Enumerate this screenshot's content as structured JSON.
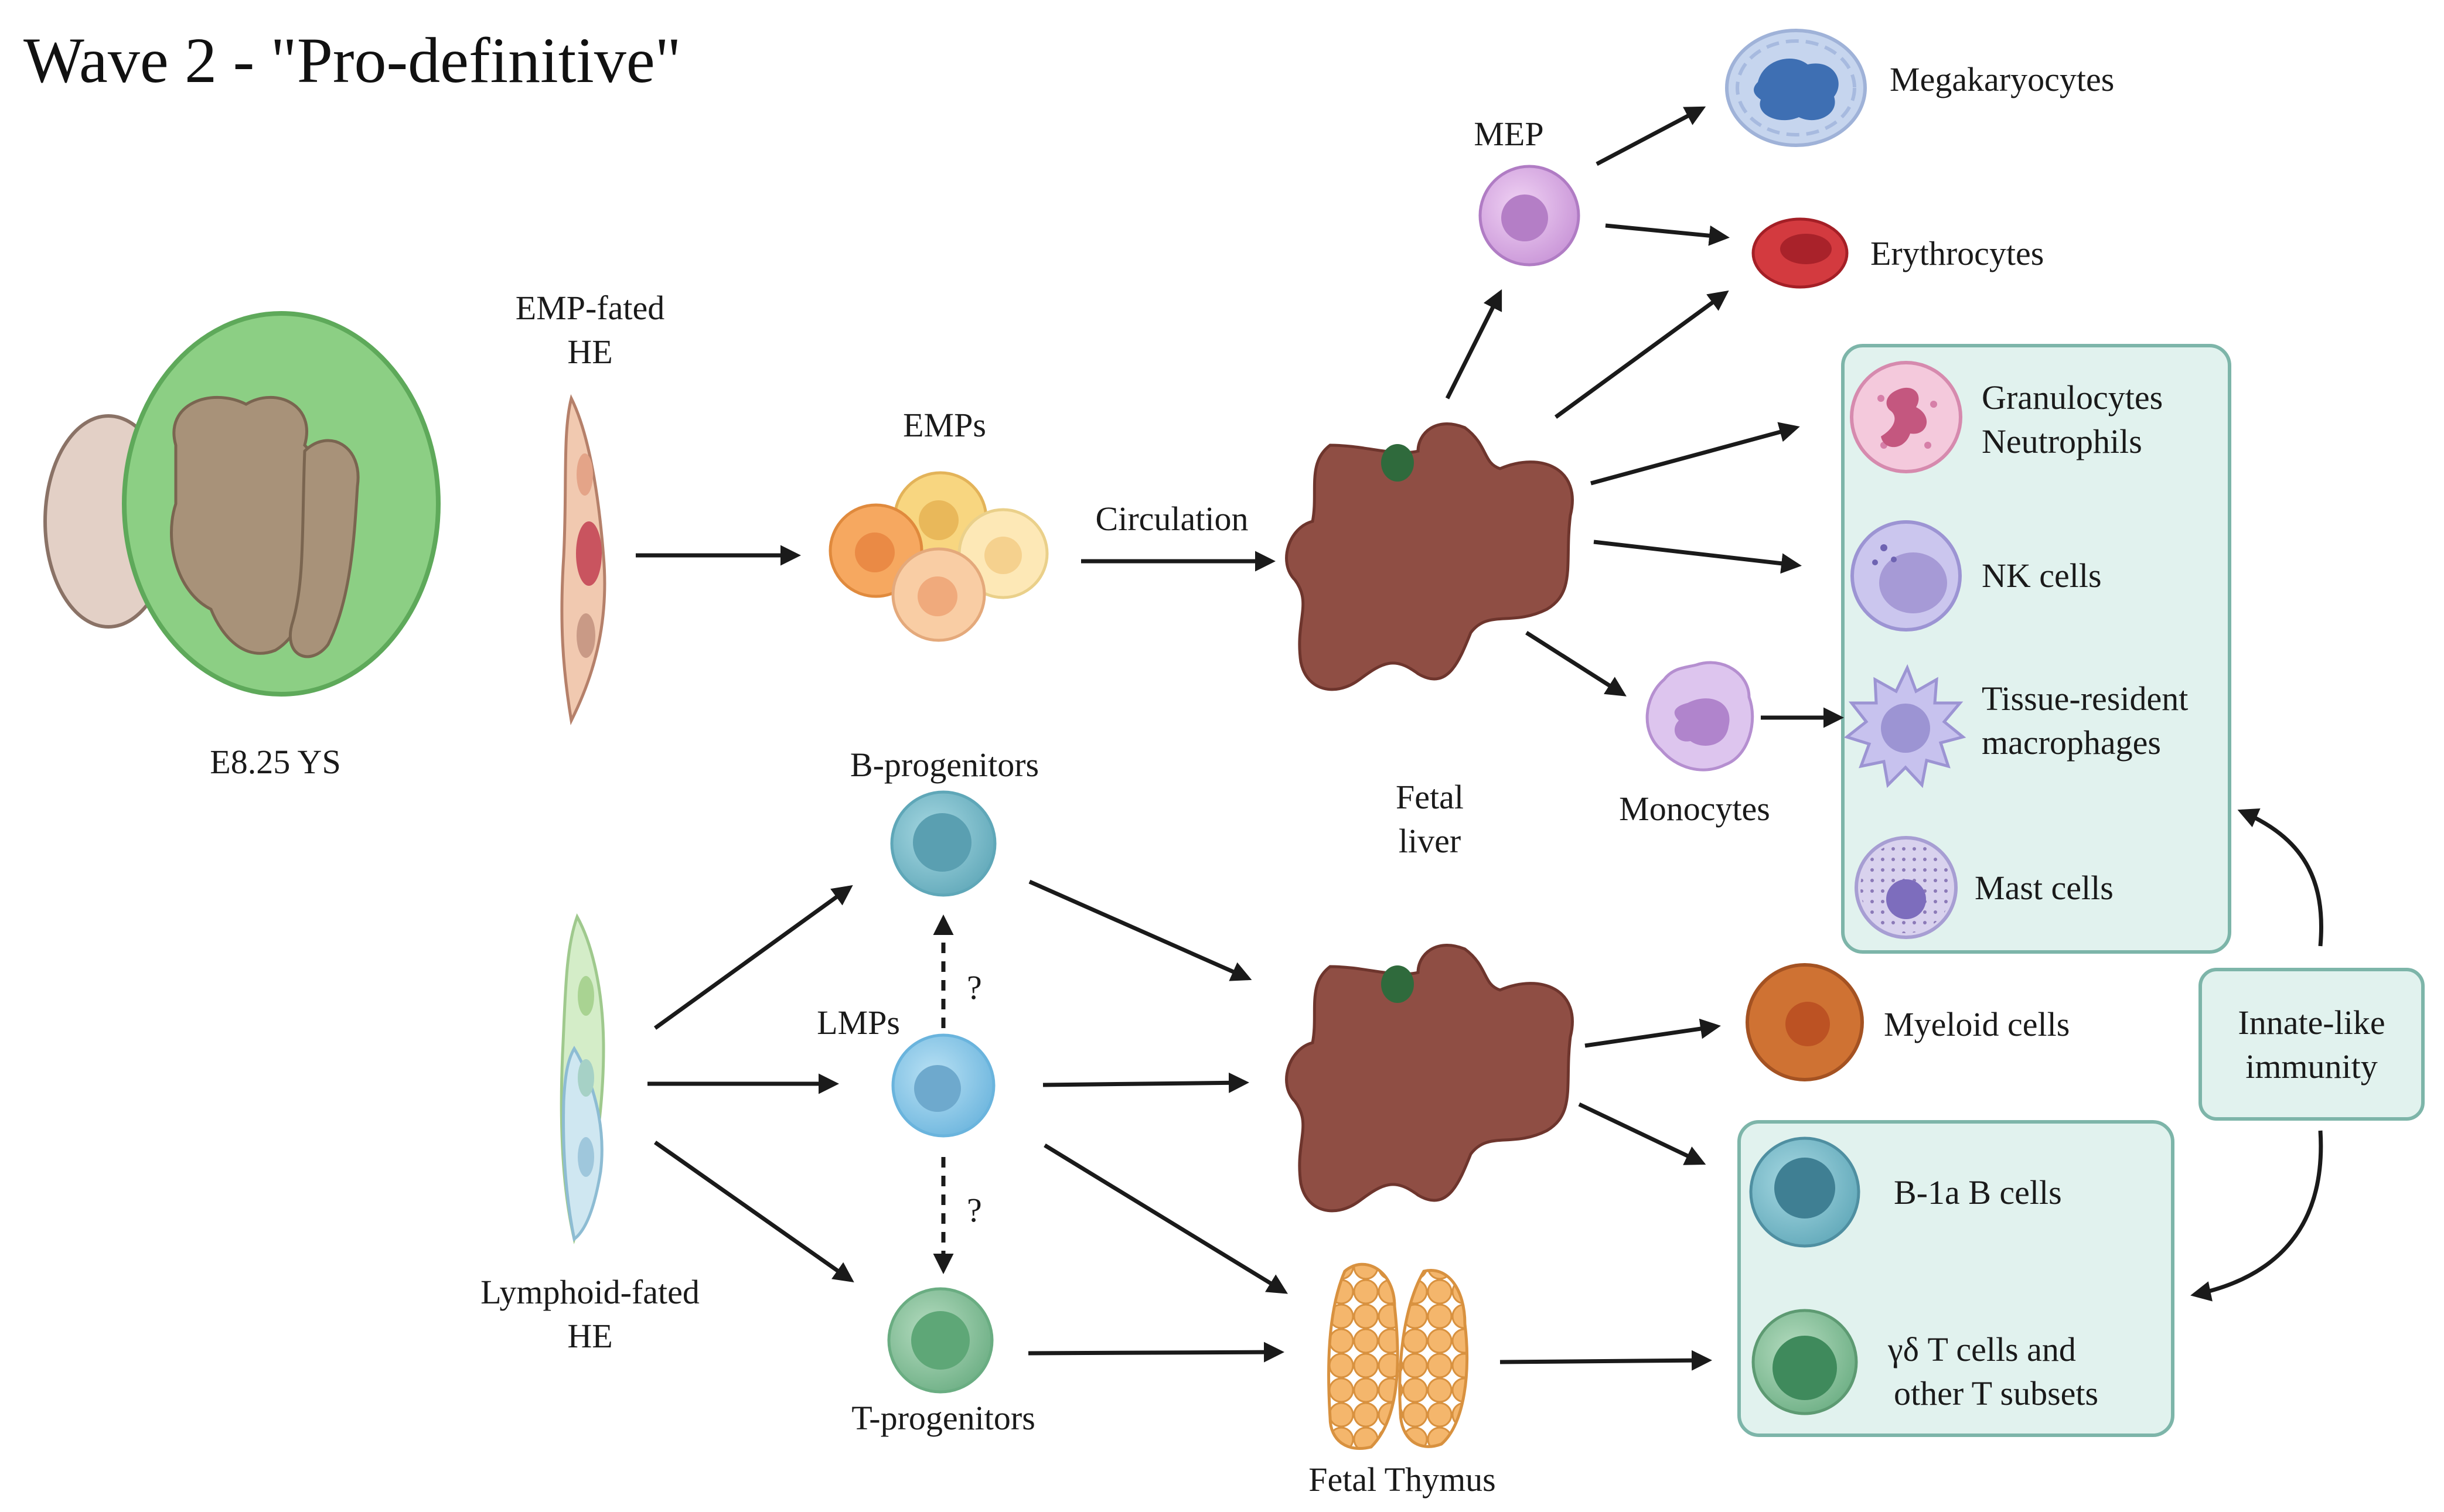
{
  "title": "Wave 2 - \"Pro-definitive\"",
  "labels": {
    "ys": "E8.25 YS",
    "emp_he_1": "EMP-fated",
    "emp_he_2": "HE",
    "emps": "EMPs",
    "circulation": "Circulation",
    "fetal_liver_1": "Fetal",
    "fetal_liver_2": "liver",
    "mep": "MEP",
    "megakaryocytes": "Megakaryocytes",
    "erythrocytes": "Erythrocytes",
    "granulocytes_1": "Granulocytes",
    "granulocytes_2": "Neutrophils",
    "nk_cells": "NK cells",
    "macrophages_1": "Tissue-resident",
    "macrophages_2": "macrophages",
    "mast_cells": "Mast cells",
    "monocytes": "Monocytes",
    "b_progenitors": "B-progenitors",
    "lmps": "LMPs",
    "question": "?",
    "t_progenitors": "T-progenitors",
    "lymphoid_he_1": "Lymphoid-fated",
    "lymphoid_he_2": "HE",
    "myeloid_cells": "Myeloid cells",
    "innate_1": "Innate-like",
    "innate_2": "immunity",
    "b1a": "B-1a B cells",
    "gd_1": "γδ T cells and",
    "gd_2": "other T subsets",
    "fetal_thymus": "Fetal Thymus"
  },
  "colors": {
    "liver": "#8f4e44",
    "yolk_sac": "#8ccf84",
    "box_fill": "#e1f2ee",
    "box_stroke": "#7db5a9"
  }
}
